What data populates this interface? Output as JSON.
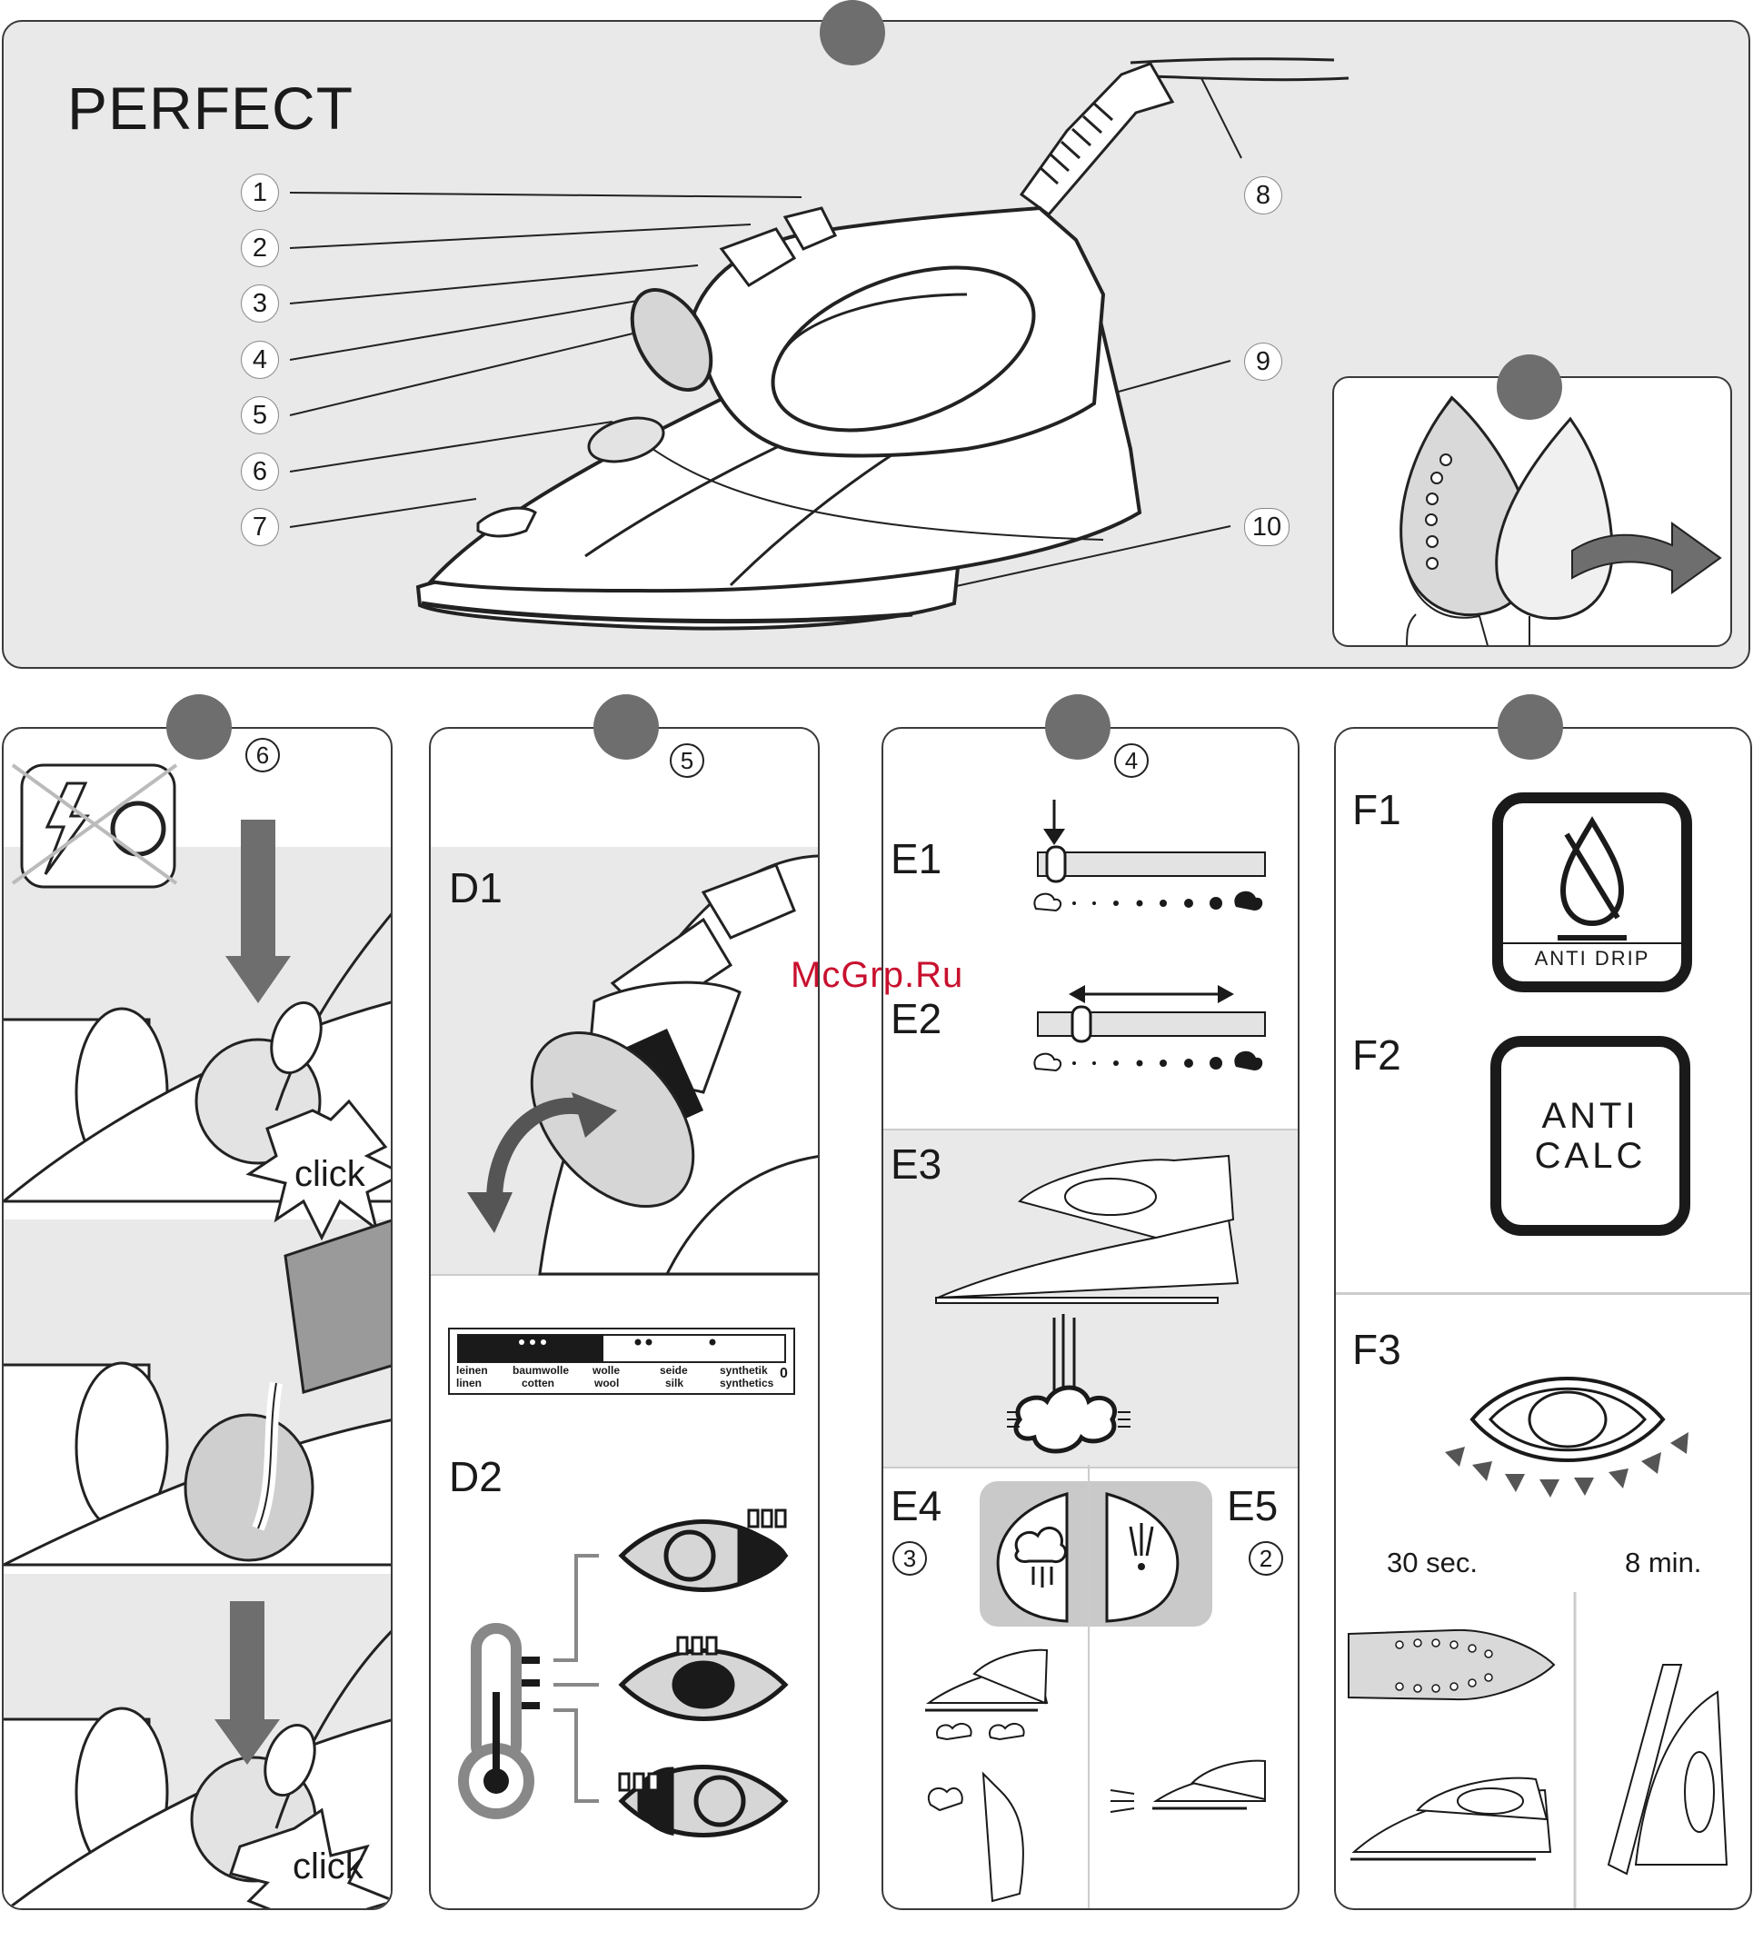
{
  "top": {
    "title": "PERFECT",
    "callouts": [
      "1",
      "2",
      "3",
      "4",
      "5",
      "6",
      "7",
      "8",
      "9",
      "10"
    ]
  },
  "panel_c": {
    "step": "6",
    "click_label": "click"
  },
  "panel_d": {
    "step": "5",
    "d1": "D1",
    "d2": "D2",
    "fabric_top": [
      "leinen",
      "baumwolle",
      "wolle",
      "seide",
      "synthetik"
    ],
    "fabric_bottom": [
      "linen",
      "cotten",
      "wool",
      "silk",
      "synthetics"
    ],
    "zero": "0"
  },
  "panel_e": {
    "step": "4",
    "e1": "E1",
    "e2": "E2",
    "e3": "E3",
    "e4": "E4",
    "e4_step": "3",
    "e5": "E5",
    "e5_step": "2"
  },
  "panel_f": {
    "f1": "F1",
    "f2": "F2",
    "f3": "F3",
    "anti_drip": "ANTI DRIP",
    "anti_calc_line1": "ANTI",
    "anti_calc_line2": "CALC",
    "time_short": "30 sec.",
    "time_long": "8 min."
  },
  "watermark": "McGrp.Ru",
  "colors": {
    "dot": "#6e6e6e",
    "panel_gray": "#e9e9e9",
    "watermark": "#c8102e"
  }
}
